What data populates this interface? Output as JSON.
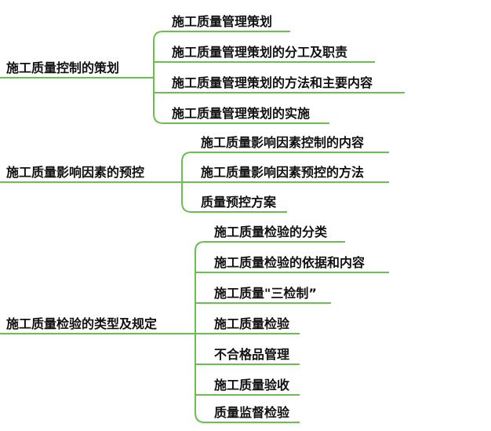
{
  "colors": {
    "connector": "#6bbf4e",
    "text": "#111111",
    "background": "#ffffff"
  },
  "groups": [
    {
      "topic": "施工质量控制的策划",
      "subtopics": [
        "施工质量管理策划",
        "施工质量管理策划的分工及职责",
        "施工质量管理策划的方法和主要内容",
        "施工质量管理策划的实施"
      ]
    },
    {
      "topic": "施工质量影响因素的预控",
      "subtopics": [
        "施工质量影响因素控制的内容",
        "施工质量影响因素预控的方法",
        "质量预控方案"
      ]
    },
    {
      "topic": "施工质量检验的类型及规定",
      "subtopics": [
        "施工质量检验的分类",
        "施工质量检验的依据和内容",
        "施工质量\"三检制”",
        "施工质量检验",
        "不合格品管理",
        "施工质量验收",
        "质量监督检验"
      ]
    }
  ]
}
